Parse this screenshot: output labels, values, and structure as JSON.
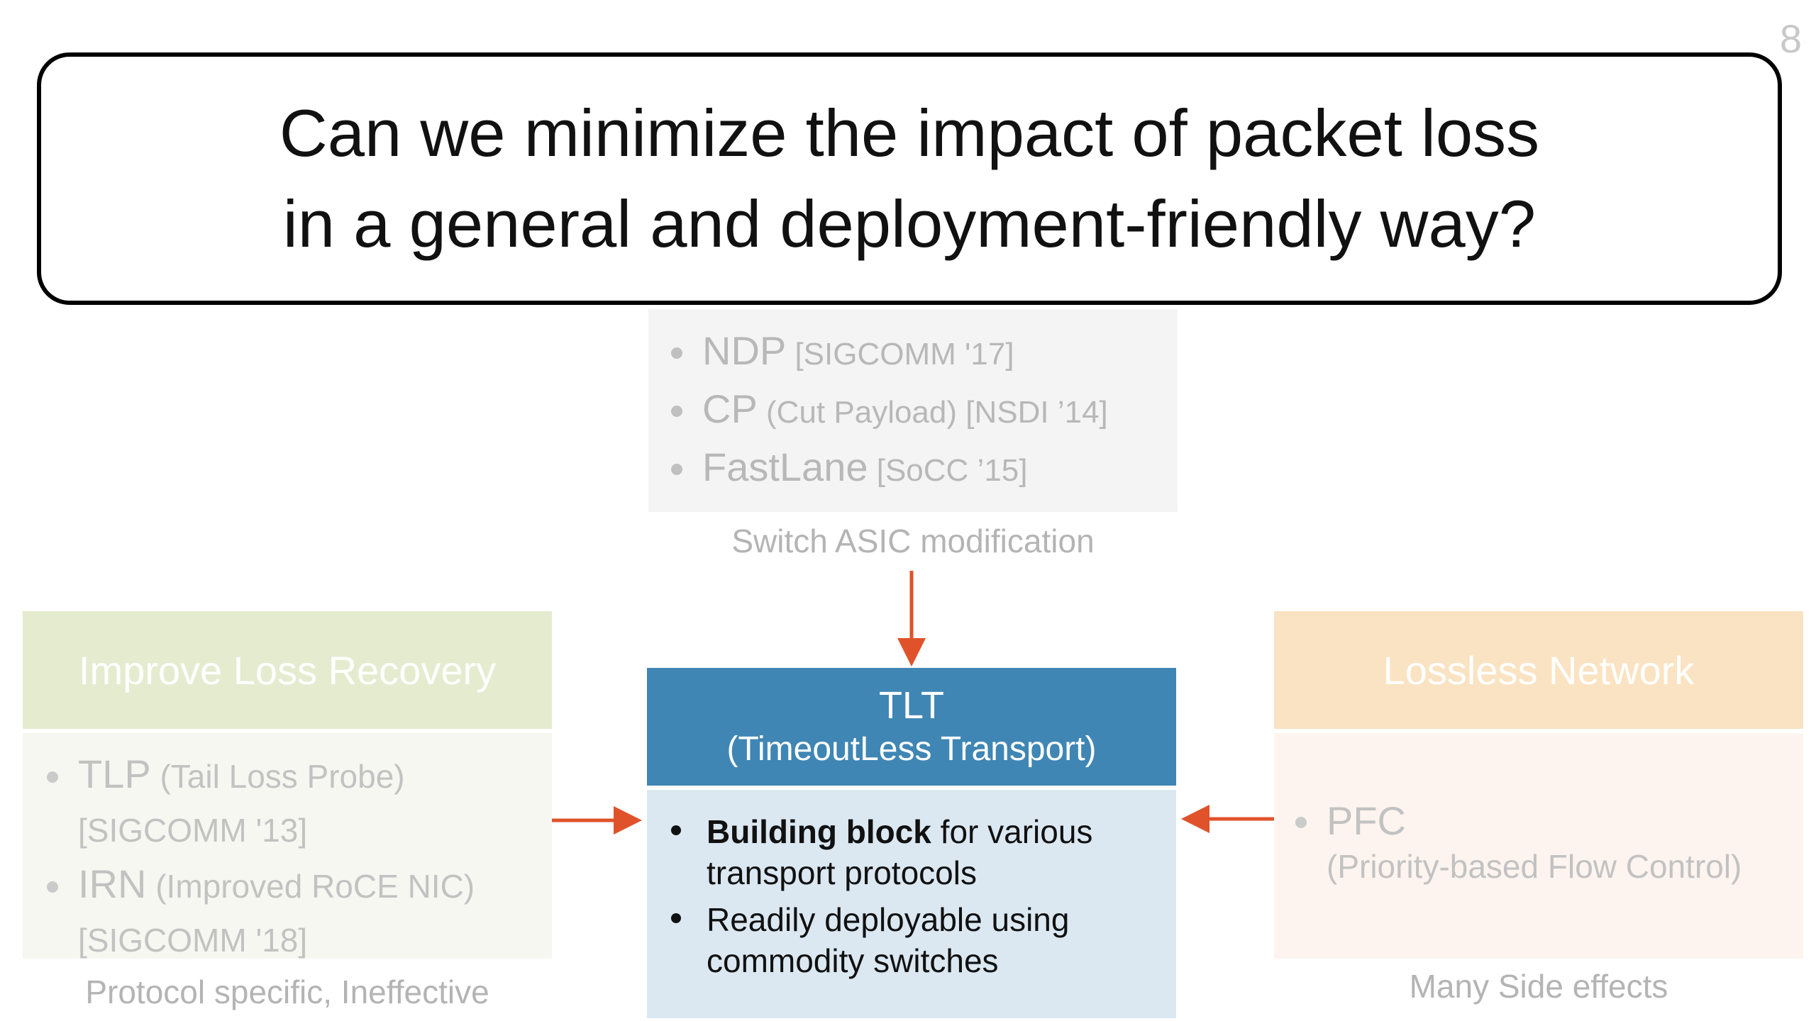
{
  "slide_number": "8",
  "question": {
    "line1": "Can we minimize the impact of packet loss",
    "line2": "in a general and deployment-friendly way?"
  },
  "switch_asic": {
    "items": [
      {
        "main": "NDP",
        "cite": " [SIGCOMM '17]"
      },
      {
        "main": "CP",
        "cite": " (Cut Payload) [NSDI ’14]"
      },
      {
        "main": "FastLane",
        "cite": " [SoCC ’15]"
      }
    ],
    "caption": "Switch ASIC modification"
  },
  "loss_recovery": {
    "title": "Improve Loss Recovery",
    "items": [
      {
        "main": "TLP",
        "desc": " (Tail Loss Probe)",
        "cite": "[SIGCOMM '13]"
      },
      {
        "main": "IRN",
        "desc": " (Improved RoCE NIC)",
        "cite": "[SIGCOMM '18]"
      }
    ],
    "caption": "Protocol specific, Ineffective"
  },
  "lossless": {
    "title": "Lossless Network",
    "items": [
      {
        "main": "PFC",
        "desc": "(Priority-based Flow Control)"
      }
    ],
    "caption": "Many Side effects"
  },
  "tlt": {
    "title": "TLT",
    "subtitle": "(TimeoutLess Transport)",
    "bullet1_bold": "Building block",
    "bullet1_rest_a": " for various",
    "bullet1_rest_b": "transport protocols",
    "bullet2_a": "Readily deployable using",
    "bullet2_b": "commodity switches"
  },
  "colors": {
    "arrow": "#e0522a",
    "tlt_head": "#3f86b4",
    "tlt_body": "#dbe8f2",
    "recovery_head": "#e5ebcf",
    "lossless_head": "#fae3c2"
  }
}
